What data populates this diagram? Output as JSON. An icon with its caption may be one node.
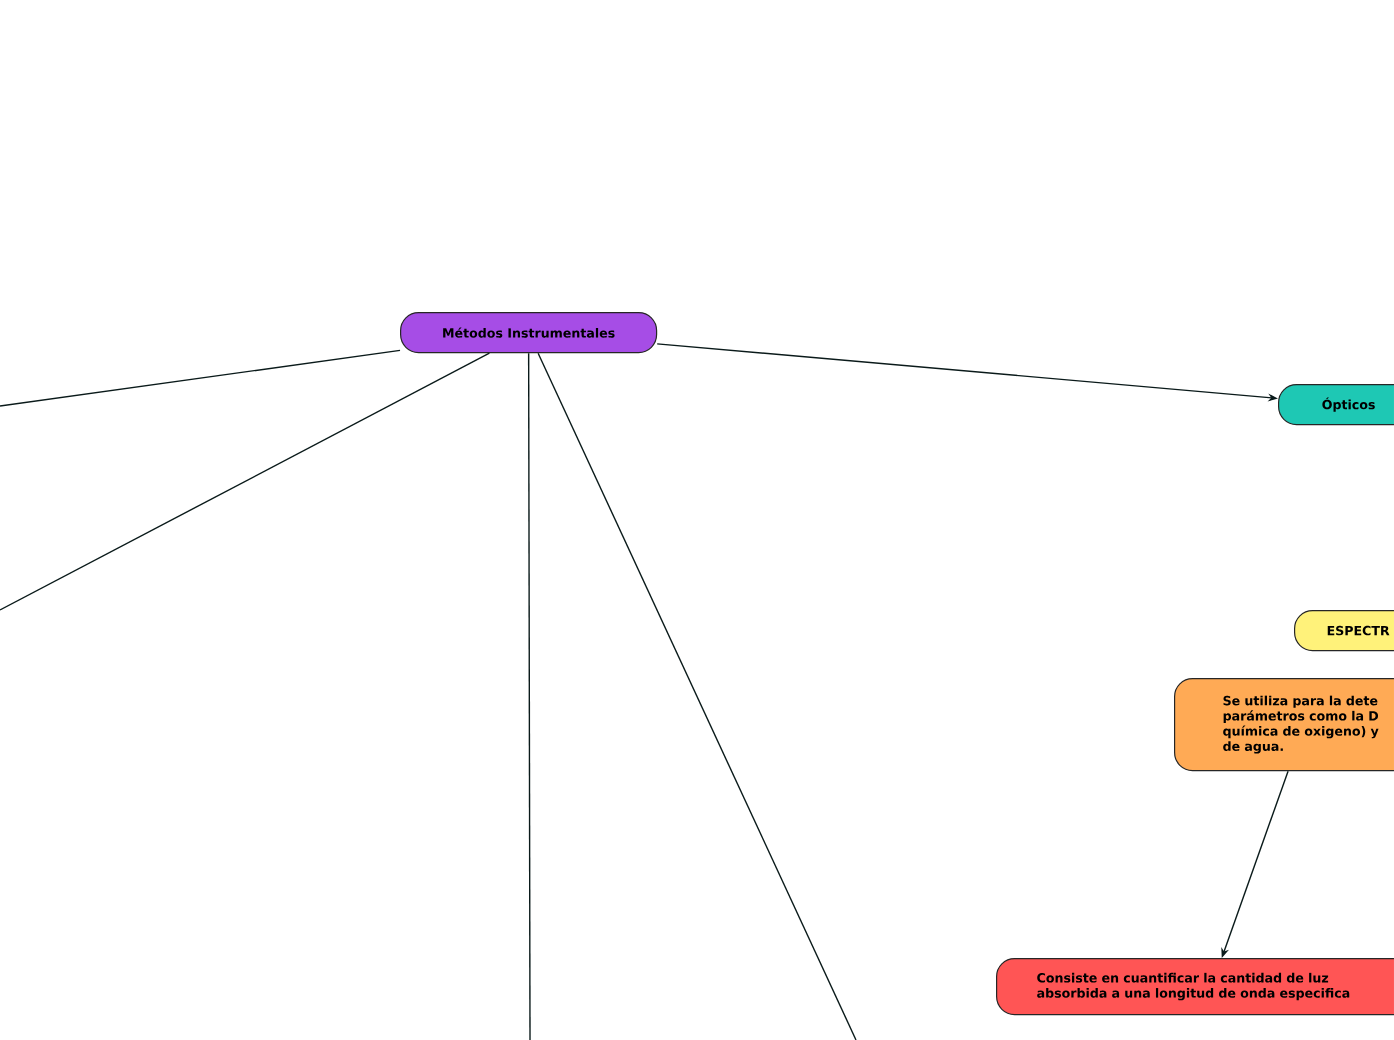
{
  "diagram": {
    "nodes": [
      {
        "text": [
          "Métodos Instrumentales"
        ]
      },
      {
        "text": [
          "Ópticos"
        ]
      },
      {
        "text": [
          "ESPECTR"
        ]
      },
      {
        "text": [
          "Se utiliza para la dete parámetros como la D química de oxigeno) y de agua."
        ]
      },
      {
        "text": [
          "Consiste en cuantificar la cantidad de luz absorbida a una longitud de onda especifica"
        ]
      }
    ],
    "edges": [
      {
        "from": 0,
        "to": 1,
        "arrow": "to"
      },
      {
        "from": 0,
        "to": null,
        "arrow": "none"
      },
      {
        "from": 0,
        "to": null,
        "arrow": "none"
      },
      {
        "from": 0,
        "to": null,
        "arrow": "none"
      },
      {
        "from": 0,
        "to": null,
        "arrow": "none"
      },
      {
        "from": 3,
        "to": 4,
        "arrow": "to"
      }
    ]
  }
}
